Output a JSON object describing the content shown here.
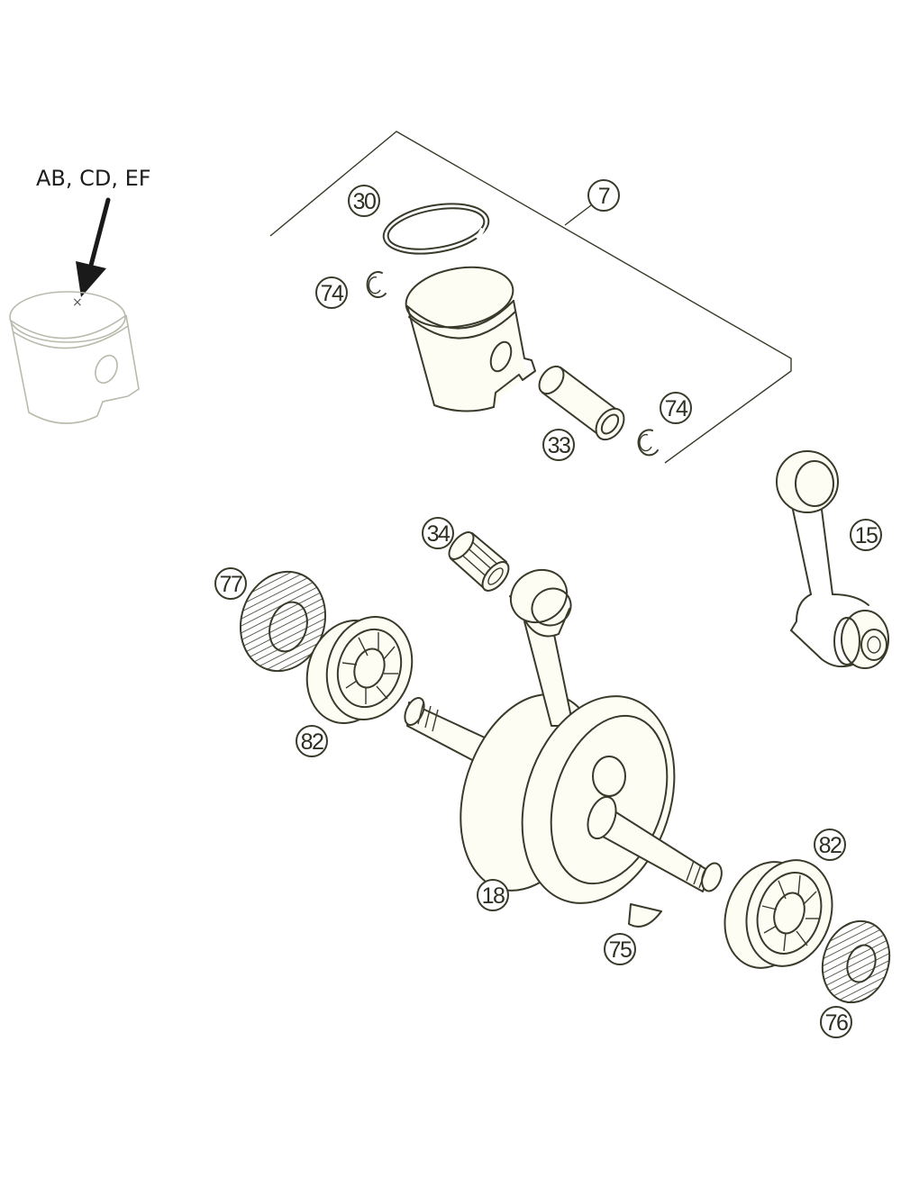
{
  "variant_note": "AB, CD, EF",
  "callouts": [
    {
      "id": "c7",
      "label": "7"
    },
    {
      "id": "c30",
      "label": "30"
    },
    {
      "id": "c74a",
      "label": "74"
    },
    {
      "id": "c74b",
      "label": "74"
    },
    {
      "id": "c33",
      "label": "33"
    },
    {
      "id": "c34",
      "label": "34"
    },
    {
      "id": "c15",
      "label": "15"
    },
    {
      "id": "c77",
      "label": "77"
    },
    {
      "id": "c82a",
      "label": "82"
    },
    {
      "id": "c82b",
      "label": "82"
    },
    {
      "id": "c18",
      "label": "18"
    },
    {
      "id": "c75",
      "label": "75"
    },
    {
      "id": "c76",
      "label": "76"
    }
  ],
  "colors": {
    "line": "#3a3a2a",
    "faded_line": "#b9b9ac",
    "part_fill": "#fdfdf4"
  }
}
